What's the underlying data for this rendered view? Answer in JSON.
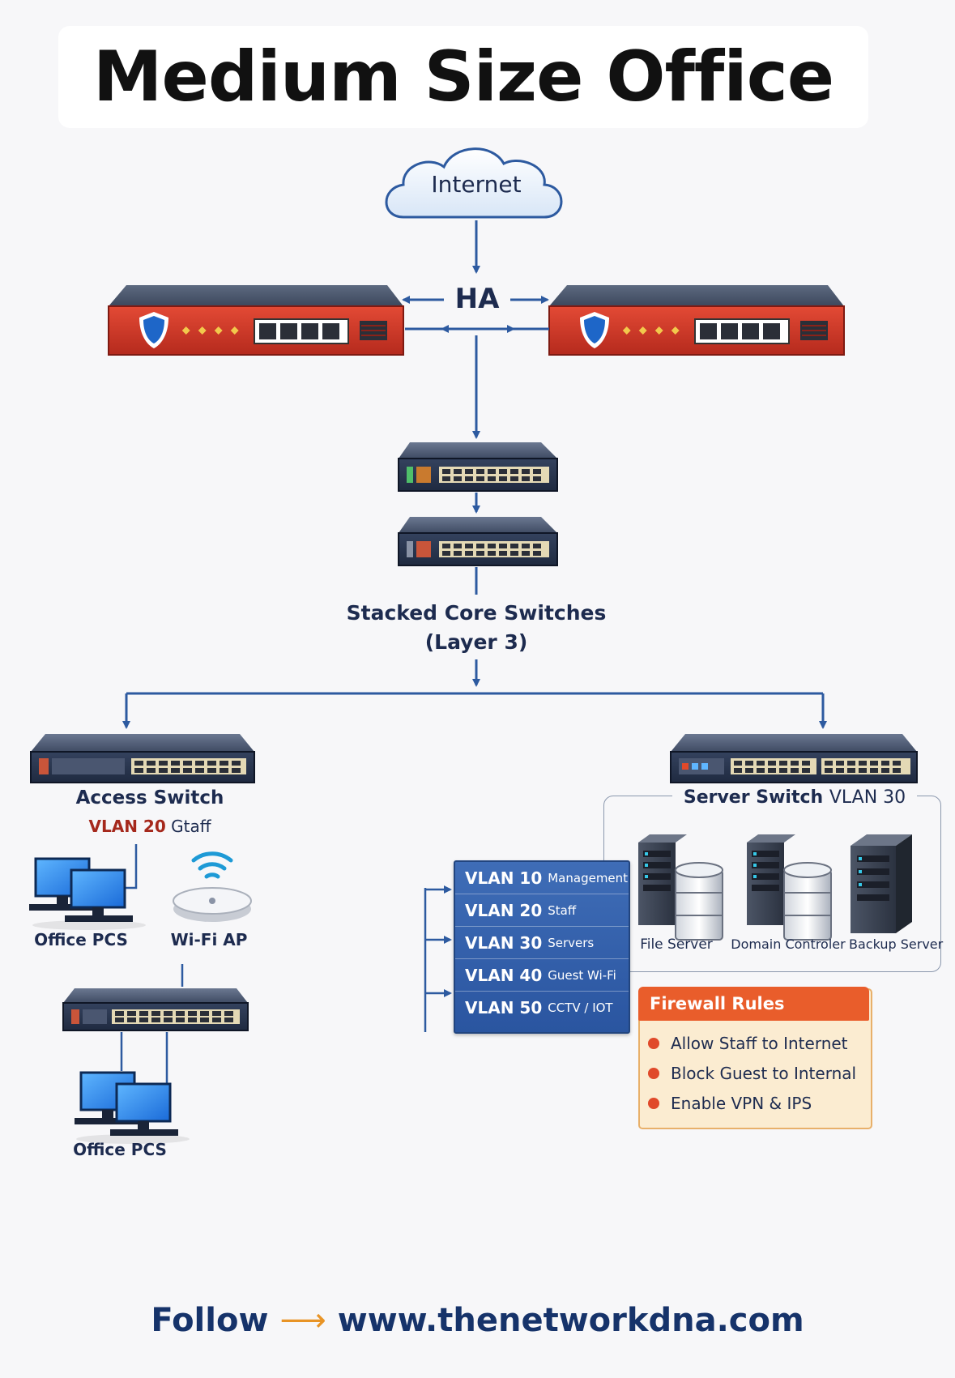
{
  "title": "Medium Size Office",
  "internet_label": "Internet",
  "ha_label": "HA",
  "core": {
    "label_line1": "Stacked Core Switches",
    "label_line2": "(Layer 3)"
  },
  "access": {
    "label": "Access Switch",
    "vlan_id": "VLAN 20",
    "vlan_name": "Gtaff",
    "pcs_top_label": "Office PCS",
    "wifi_label": "Wi-Fi AP",
    "pcs_bottom_label": "Office PCS"
  },
  "server_switch": {
    "label": "Server Switch",
    "vlan": "VLAN 30",
    "servers": [
      "File Server",
      "Domain Controler",
      "Backup Server"
    ]
  },
  "vlans": [
    {
      "id": "VLAN 10",
      "name": "Management"
    },
    {
      "id": "VLAN 20",
      "name": "Staff"
    },
    {
      "id": "VLAN 30",
      "name": "Servers"
    },
    {
      "id": "VLAN 40",
      "name": "Guest Wi-Fi"
    },
    {
      "id": "VLAN 50",
      "name": "CCTV / IOT"
    }
  ],
  "firewall_rules": {
    "title": "Firewall Rules",
    "items": [
      "Allow Staff to Internet",
      "Block Guest to Internal",
      "Enable VPN & IPS"
    ]
  },
  "footer": {
    "follow": "Follow",
    "arrow": "⟶",
    "url": "www.thenetworkdna.com"
  },
  "colors": {
    "firewall_red": "#d63a2a",
    "line_blue": "#2d5aa0",
    "switch_navy": "#2e3e5c",
    "vlan_blue": "#3563ad",
    "rules_orange": "#e95d2b"
  }
}
